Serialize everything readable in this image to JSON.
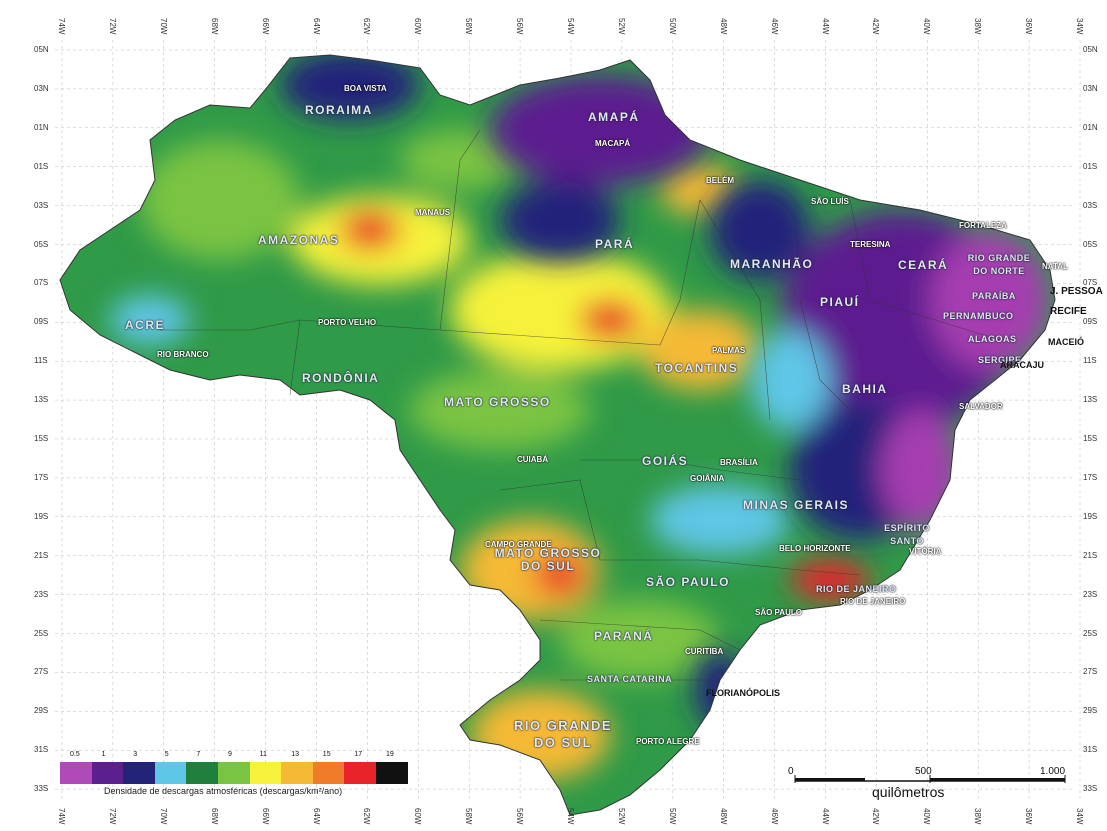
{
  "latitudes": [
    "05N",
    "03N",
    "01N",
    "01S",
    "03S",
    "05S",
    "07S",
    "09S",
    "11S",
    "13S",
    "15S",
    "17S",
    "19S",
    "21S",
    "23S",
    "25S",
    "27S",
    "29S",
    "31S",
    "33S"
  ],
  "longitudes": [
    "74W",
    "72W",
    "70W",
    "68W",
    "66W",
    "64W",
    "62W",
    "60W",
    "58W",
    "56W",
    "54W",
    "52W",
    "50W",
    "48W",
    "46W",
    "44W",
    "42W",
    "40W",
    "38W",
    "36W",
    "34W"
  ],
  "states": {
    "roraima": "RORAIMA",
    "amapa": "AMAPÁ",
    "amazonas": "AMAZONAS",
    "para": "PARÁ",
    "maranhao": "MARANHÃO",
    "ceara": "CEARÁ",
    "rio_grande_norte": "RIO GRANDE DO NORTE",
    "piaui": "PIAUÍ",
    "paraiba": "PARAÍBA",
    "pernambuco": "PERNAMBUCO",
    "alagoas": "ALAGOAS",
    "sergipe": "SERGIPE",
    "acre": "ACRE",
    "rondonia": "RONDÔNIA",
    "tocantins": "TOCANTINS",
    "bahia": "BAHIA",
    "mato_grosso": "MATO GROSSO",
    "goias": "GOIÁS",
    "minas_gerais": "MINAS GERAIS",
    "espirito_santo": "ESPÍRITO SANTO",
    "mato_grosso_sul": "MATO GROSSO DO SUL",
    "sao_paulo": "SÃO PAULO",
    "rio_de_janeiro": "RIO DE JANEIRO",
    "parana": "PARANÁ",
    "santa_catarina": "SANTA CATARINA",
    "rio_grande_sul": "RIO GRANDE DO SUL"
  },
  "cities": {
    "boa_vista": "BOA VISTA",
    "macapa": "MACAPÁ",
    "belem": "BELÉM",
    "sao_luis": "SÃO LUÍS",
    "manaus": "MANAUS",
    "fortaleza": "FORTALEZA",
    "teresina": "TERESINA",
    "natal": "NATAL",
    "joao_pessoa": "J. PESSOA",
    "recife": "RECIFE",
    "porto_velho": "PORTO VELHO",
    "rio_branco": "RIO BRANCO",
    "maceio": "MACEIÓ",
    "palmas": "PALMAS",
    "aracaju": "ARACAJU",
    "salvador": "SALVADOR",
    "cuiaba": "CUIABÁ",
    "brasilia": "BRASÍLIA",
    "goiania": "GOIÂNIA",
    "campo_grande": "CAMPO GRANDE",
    "belo_horizonte": "BELO HORIZONTE",
    "vitoria": "VITÓRIA",
    "rio_de_janeiro": "RIO DE JANEIRO",
    "sao_paulo": "SÃO PAULO",
    "curitiba": "CURITIBA",
    "florianopolis": "FLORIANÓPOLIS",
    "porto_alegre": "PORTO ALEGRE"
  },
  "legend": {
    "caption": "Densidade de descargas atmosféricas (descargas/km²/ano)",
    "ticks": [
      "0.5",
      "1",
      "3",
      "5",
      "7",
      "9",
      "11",
      "13",
      "15",
      "17",
      "19"
    ],
    "colors": [
      "#b04ab8",
      "#5c1f8f",
      "#23237a",
      "#5ec6e6",
      "#1f7f3c",
      "#7ac443",
      "#f6f23b",
      "#f5b935",
      "#f07c2a",
      "#e8232a",
      "#111111"
    ]
  },
  "scale": {
    "ticks": [
      "0",
      "500",
      "1.000"
    ],
    "unit": "quilômetros"
  }
}
